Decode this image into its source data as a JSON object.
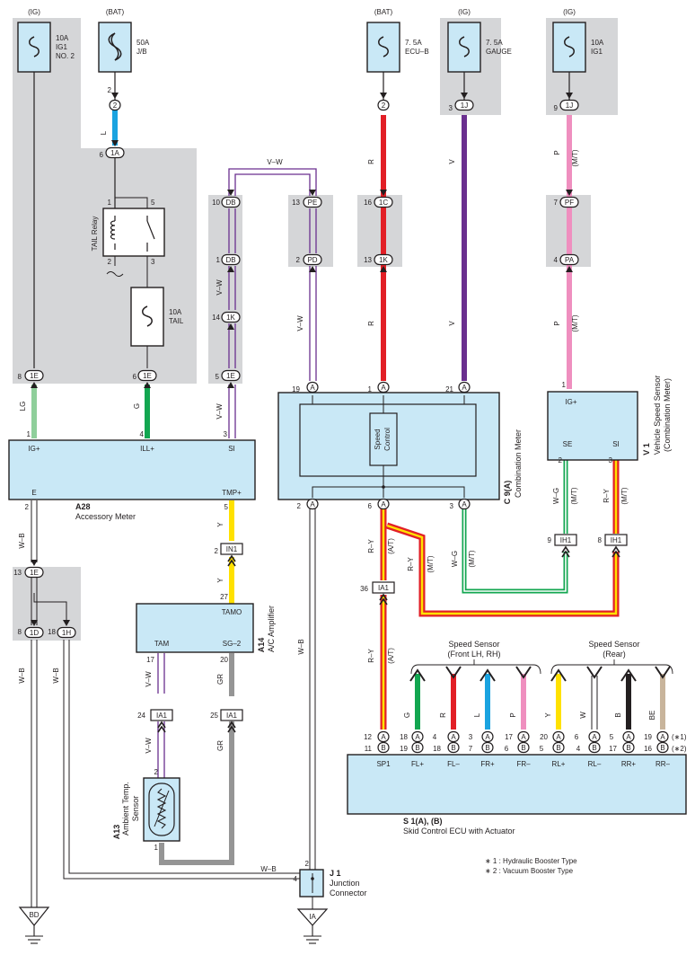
{
  "colors": {
    "red": "#e21f26",
    "violet": "#6a2f8f",
    "pink": "#ef8fbf",
    "blue": "#1aa3e0",
    "lightgreen": "#8fcf9b",
    "green": "#12a650",
    "yellow": "#ffe100",
    "gray": "#959595",
    "black": "#231f20",
    "beige": "#c8b49b",
    "connector": "#c9e8f6",
    "shade": "#d5d6d8"
  },
  "supplies": {
    "ig": "(IG)",
    "bat": "(BAT)"
  },
  "fuses": {
    "ig1no2": [
      "10A",
      "IG1",
      "NO. 2"
    ],
    "jb": [
      "50A",
      "J/B"
    ],
    "ecub": [
      "7. 5A",
      "ECU–B"
    ],
    "gauge": [
      "7. 5A",
      "GAUGE"
    ],
    "ig1": [
      "10A",
      "IG1"
    ],
    "tail": [
      "10A",
      "TAIL"
    ]
  },
  "relay": "TAIL Relay",
  "connectors": {
    "c_2": "2",
    "c_1a": "1A",
    "c_db": "DB",
    "c_pe": "PE",
    "c_1c": "1C",
    "c_1k": "1K",
    "c_pd": "PD",
    "c_1j": "1J",
    "c_pf": "PF",
    "c_pa": "PA",
    "c_1e": "1E",
    "c_a": "A",
    "c_b": "B",
    "c_in1": "IN1",
    "c_ia1": "IA1",
    "c_ih1": "IH1",
    "c_1d": "1D",
    "c_1h": "1H",
    "c_bd": "BD",
    "c_ia": "IA"
  },
  "pins": {
    "p1": "1",
    "p2": "2",
    "p3": "3",
    "p4": "4",
    "p5": "5",
    "p6": "6",
    "p7": "7",
    "p8": "8",
    "p9": "9",
    "p10": "10",
    "p11": "11",
    "p12": "12",
    "p13": "13",
    "p14": "14",
    "p16": "16",
    "p17": "17",
    "p18": "18",
    "p19": "19",
    "p20": "20",
    "p21": "21",
    "p24": "24",
    "p25": "25",
    "p27": "27",
    "p36": "36"
  },
  "wires": {
    "l": "L",
    "r": "R",
    "v": "V",
    "p": "P",
    "vw": "V–W",
    "lg": "LG",
    "g": "G",
    "y": "Y",
    "wb": "W–B",
    "wg": "W–G",
    "ry": "R–Y",
    "gr": "GR",
    "w": "W",
    "b": "B",
    "be": "BE",
    "mt": "(M/T)",
    "at": "(A/T)"
  },
  "components": {
    "a28": {
      "code": "A28",
      "name": "Accessory Meter",
      "terminals": [
        "IG+",
        "ILL+",
        "SI",
        "E",
        "TMP+"
      ]
    },
    "c9": {
      "code": "C 9(A)",
      "name": "Combination Meter",
      "inner": [
        "Speed",
        "Control"
      ]
    },
    "v1": {
      "code": "V 1",
      "name": "Vehicle Speed Sensor",
      "sub": "(Combination Meter)",
      "terminals": [
        "IG+",
        "SE",
        "SI"
      ]
    },
    "a14": {
      "code": "A14",
      "name": "A/C Amplifier",
      "terminals": [
        "TAMO",
        "TAM",
        "SG–2"
      ]
    },
    "a13": {
      "code": "A13",
      "name": "Ambient Temp.",
      "name2": "Sensor"
    },
    "j1": {
      "code": "J 1",
      "name": "Junction",
      "name2": "Connector"
    },
    "s1": {
      "code": "S 1(A), (B)",
      "name": "Skid Control ECU with Actuator",
      "terminals": [
        "SP1",
        "FL+",
        "FL–",
        "FR+",
        "FR–",
        "RL+",
        "RL–",
        "RR+",
        "RR–"
      ]
    }
  },
  "speed_sensor_front": [
    "Speed Sensor",
    "(Front LH,  RH)"
  ],
  "speed_sensor_rear": [
    "Speed Sensor",
    "(Rear)"
  ],
  "notes": {
    "n1": "(∗1)",
    "n2": "(∗2)",
    "l1": "∗ 1 : Hydraulic Booster Type",
    "l2": "∗ 2 : Vacuum Booster Type"
  }
}
